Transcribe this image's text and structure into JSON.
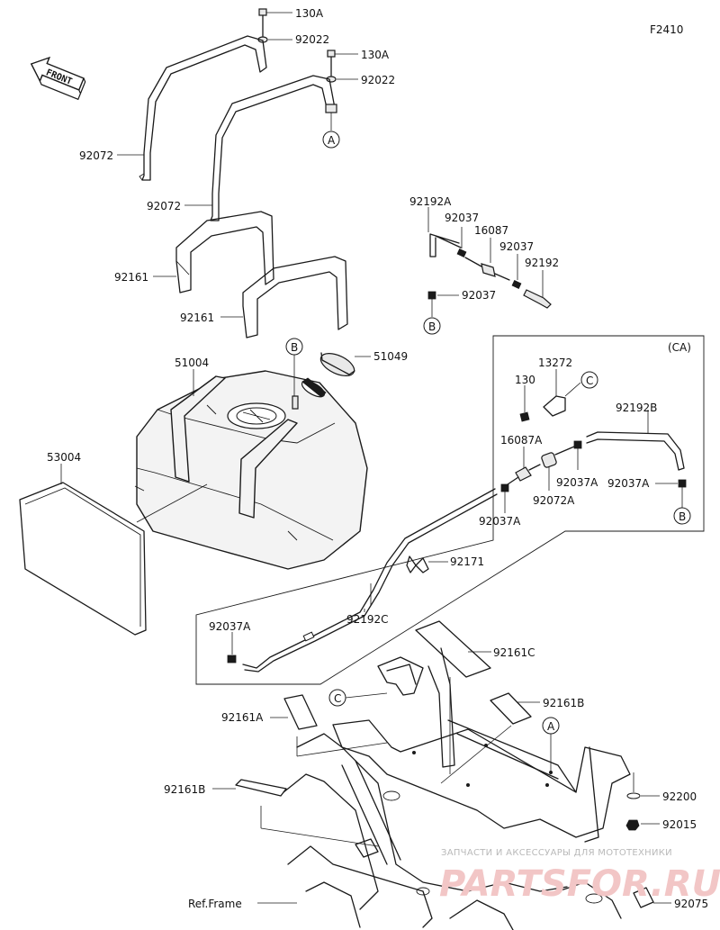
{
  "figure_id": "F2410",
  "front_label": "FRONT",
  "callouts": {
    "A": "A",
    "B": "B",
    "C": "C"
  },
  "ca_label": "(CA)",
  "parts": {
    "p130A_1": "130A",
    "p92022_1": "92022",
    "p130A_2": "130A",
    "p92022_2": "92022",
    "p92072_1": "92072",
    "p92072_2": "92072",
    "p92192A": "92192A",
    "p92037_1": "92037",
    "p16087": "16087",
    "p92037_2": "92037",
    "p92192": "92192",
    "p92037_3": "92037",
    "p92161_1": "92161",
    "p92161_2": "92161",
    "p51004": "51004",
    "p51049": "51049",
    "p53004": "53004",
    "p130": "130",
    "p13272": "13272",
    "p92192B": "92192B",
    "p16087A": "16087A",
    "p92037A_1": "92037A",
    "p92072A": "92072A",
    "p92037A_2": "92037A",
    "p92037A_3": "92037A",
    "p92171": "92171",
    "p92037A_4": "92037A",
    "p92192C": "92192C",
    "p92161C": "92161C",
    "p92161A": "92161A",
    "p92161B_1": "92161B",
    "p92161B_2": "92161B",
    "p92200": "92200",
    "p92015": "92015",
    "p92075": "92075",
    "ref_frame": "Ref.Frame"
  },
  "watermark": {
    "line1": "ЗАПЧАСТИ И АКСЕССУАРЫ ДЛЯ МОТОТЕХНИКИ",
    "line2": "PARTSFOR.RU"
  }
}
